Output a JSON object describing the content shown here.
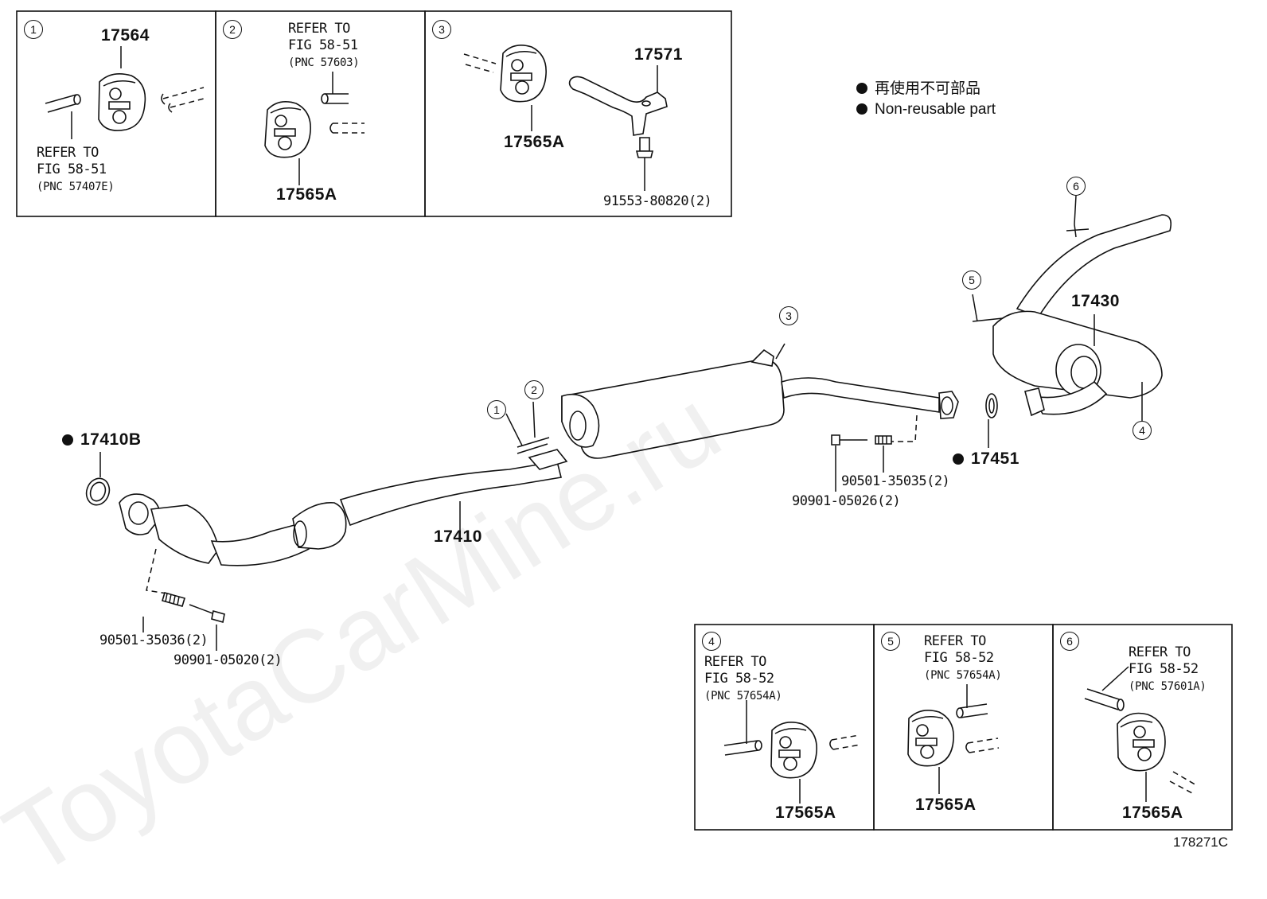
{
  "watermark": "ToyotaCarMine.ru",
  "figure_code": "178271C",
  "legend": {
    "jp": "再使用不可部品",
    "en": "Non-reusable part"
  },
  "callouts": [
    "1",
    "2",
    "3",
    "4",
    "5",
    "6"
  ],
  "insets": {
    "i1": {
      "num": "1",
      "part": "17564",
      "ref1": "REFER TO",
      "ref2": "FIG 58-51",
      "ref3": "(PNC 57407E)"
    },
    "i2": {
      "num": "2",
      "part": "17565A",
      "ref1": "REFER TO",
      "ref2": "FIG 58-51",
      "ref3": "(PNC 57603)"
    },
    "i3": {
      "num": "3",
      "part_a": "17565A",
      "part_b": "17571",
      "bolt": "91553-80820(2)"
    },
    "i4": {
      "num": "4",
      "part": "17565A",
      "ref1": "REFER TO",
      "ref2": "FIG 58-52",
      "ref3": "(PNC 57654A)"
    },
    "i5": {
      "num": "5",
      "part": "17565A",
      "ref1": "REFER TO",
      "ref2": "FIG 58-52",
      "ref3": "(PNC 57654A)"
    },
    "i6": {
      "num": "6",
      "part": "17565A",
      "ref1": "REFER TO",
      "ref2": "FIG 58-52",
      "ref3": "(PNC 57601A)"
    }
  },
  "parts": {
    "gasket_front": "17410B",
    "front_pipe": "17410",
    "tail_pipe": "17430",
    "gasket_rear": "17451",
    "spring_front": "90501-35036(2)",
    "bolt_front": "90901-05020(2)",
    "spring_rear": "90501-35035(2)",
    "bolt_rear": "90901-05026(2)"
  }
}
